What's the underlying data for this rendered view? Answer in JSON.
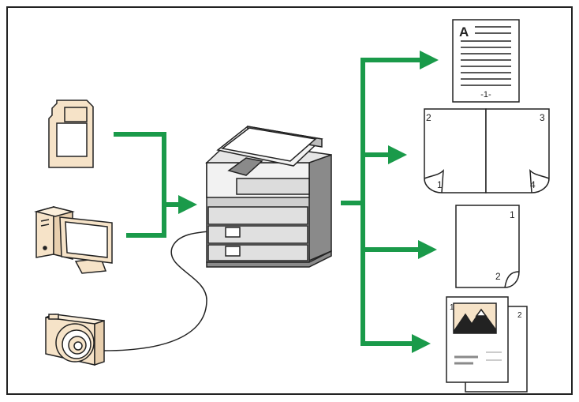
{
  "colors": {
    "frame": "#222222",
    "arrow": "#1a9a4a",
    "device_fill": "#f6e3c8",
    "device_stroke": "#222222",
    "printer_light": "#f2f2f2",
    "printer_mid": "#cfcfcf",
    "printer_dark": "#8a8a8a"
  },
  "inputs": [
    {
      "icon": "sd-card-icon"
    },
    {
      "icon": "computer-icon"
    },
    {
      "icon": "camera-icon"
    }
  ],
  "center": {
    "icon": "printer-icon"
  },
  "outputs": [
    {
      "icon": "text-document-icon",
      "letter": "A",
      "page_label": "-1-"
    },
    {
      "icon": "booklet-icon",
      "page_numbers": [
        "2",
        "3",
        "1",
        "4"
      ]
    },
    {
      "icon": "duplex-page-icon",
      "page_numbers": [
        "1",
        "2"
      ]
    },
    {
      "icon": "photo-pages-icon",
      "tile_number_1": "1",
      "tile_number_2": "2"
    }
  ]
}
